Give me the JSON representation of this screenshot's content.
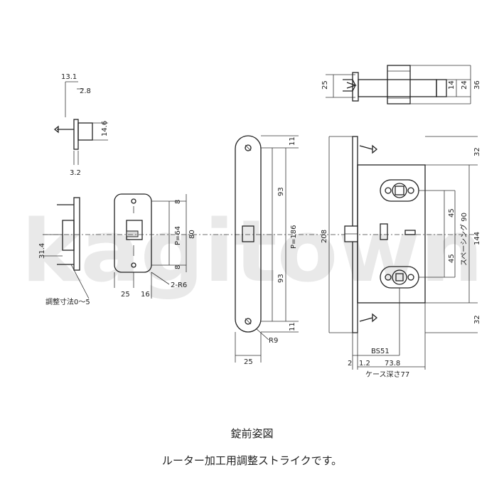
{
  "watermark": "kagitown",
  "caption": {
    "title": "錠前姿図",
    "subtitle": "ルーター加工用調整ストライクです。"
  },
  "strike_dims": {
    "d_13_1": "13.1",
    "d_2_8": "2.8",
    "d_14_6": "14.6",
    "d_3_2": "3.2",
    "d_31_4": "31.4",
    "d_8_top": "8",
    "d_8_bottom": "8",
    "d_p64": "P=64",
    "d_80": "80",
    "d_25": "25",
    "d_16": "16",
    "d_2r6": "2-R6",
    "adjust": "調整寸法0～5"
  },
  "faceplate_dims": {
    "d_11_top": "11",
    "d_93_top": "93",
    "d_p186": "P=186",
    "d_93_bottom": "93",
    "d_11_bottom": "11",
    "d_r9": "R9",
    "d_25": "25"
  },
  "case_dims": {
    "d_25_top": "25",
    "d_14": "14",
    "d_24": "24",
    "d_36": "36",
    "d_32_top": "32",
    "d_208": "208",
    "d_45_top": "45",
    "d_spacing": "スペーシング 90",
    "d_144": "144",
    "d_45_bottom": "45",
    "d_32_bottom": "32",
    "d_bs51": "BS51",
    "d_2": "2",
    "d_1_2": "1.2",
    "d_73_8": "73.8",
    "d_case_depth": "ケース深さ77"
  }
}
